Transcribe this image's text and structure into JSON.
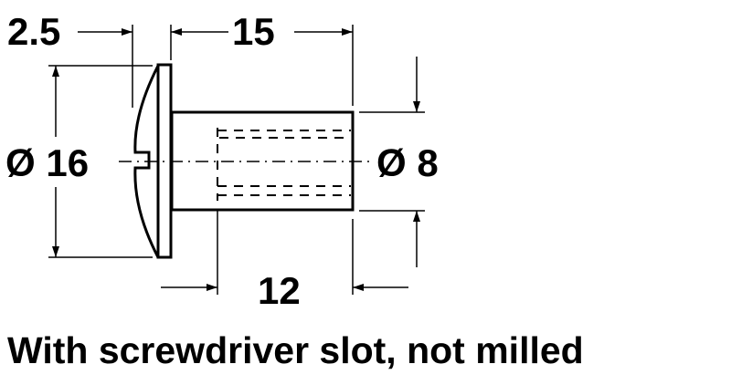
{
  "dimensions": {
    "head_thickness": "2.5",
    "overall_length": "15",
    "head_diameter": "Ø 16",
    "shank_diameter": "Ø 8",
    "thread_length": "12"
  },
  "caption": "With screwdriver slot, not milled",
  "colors": {
    "line": "#000000",
    "background": "#ffffff"
  }
}
